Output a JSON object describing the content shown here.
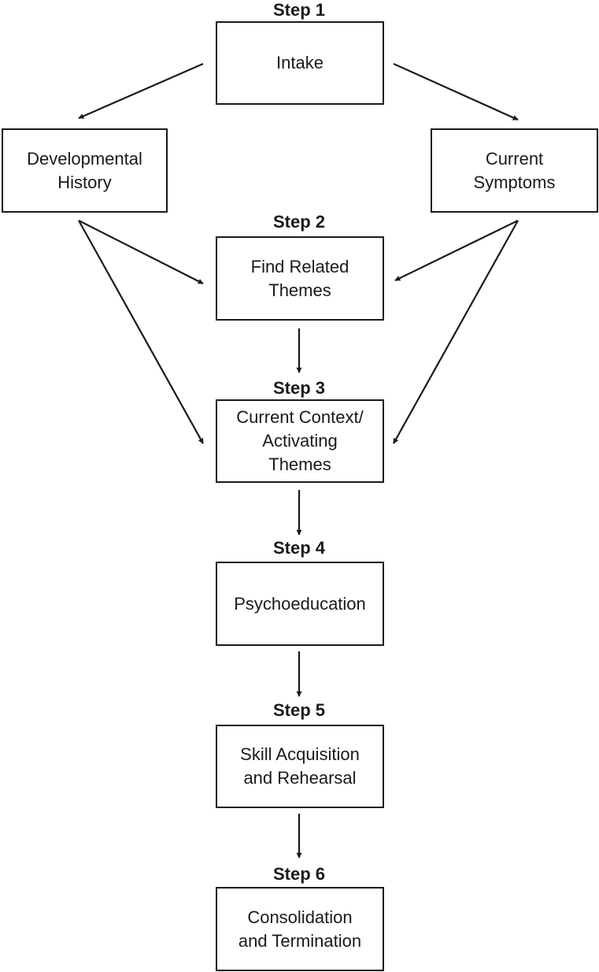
{
  "diagram": {
    "steps": {
      "step1": "Step 1",
      "step2": "Step 2",
      "step3": "Step 3",
      "step4": "Step 4",
      "step5": "Step 5",
      "step6": "Step 6"
    },
    "nodes": {
      "intake": [
        "Intake"
      ],
      "developmental_history": [
        "Developmental",
        "History"
      ],
      "current_symptoms": [
        "Current",
        "Symptoms"
      ],
      "find_related_themes": [
        "Find Related",
        "Themes"
      ],
      "current_context": [
        "Current Context/",
        "Activating",
        "Themes"
      ],
      "psychoeducation": [
        "Psychoeducation"
      ],
      "skill_acquisition": [
        "Skill Acquisition",
        "and Rehearsal"
      ],
      "consolidation": [
        "Consolidation",
        "and Termination"
      ]
    }
  }
}
